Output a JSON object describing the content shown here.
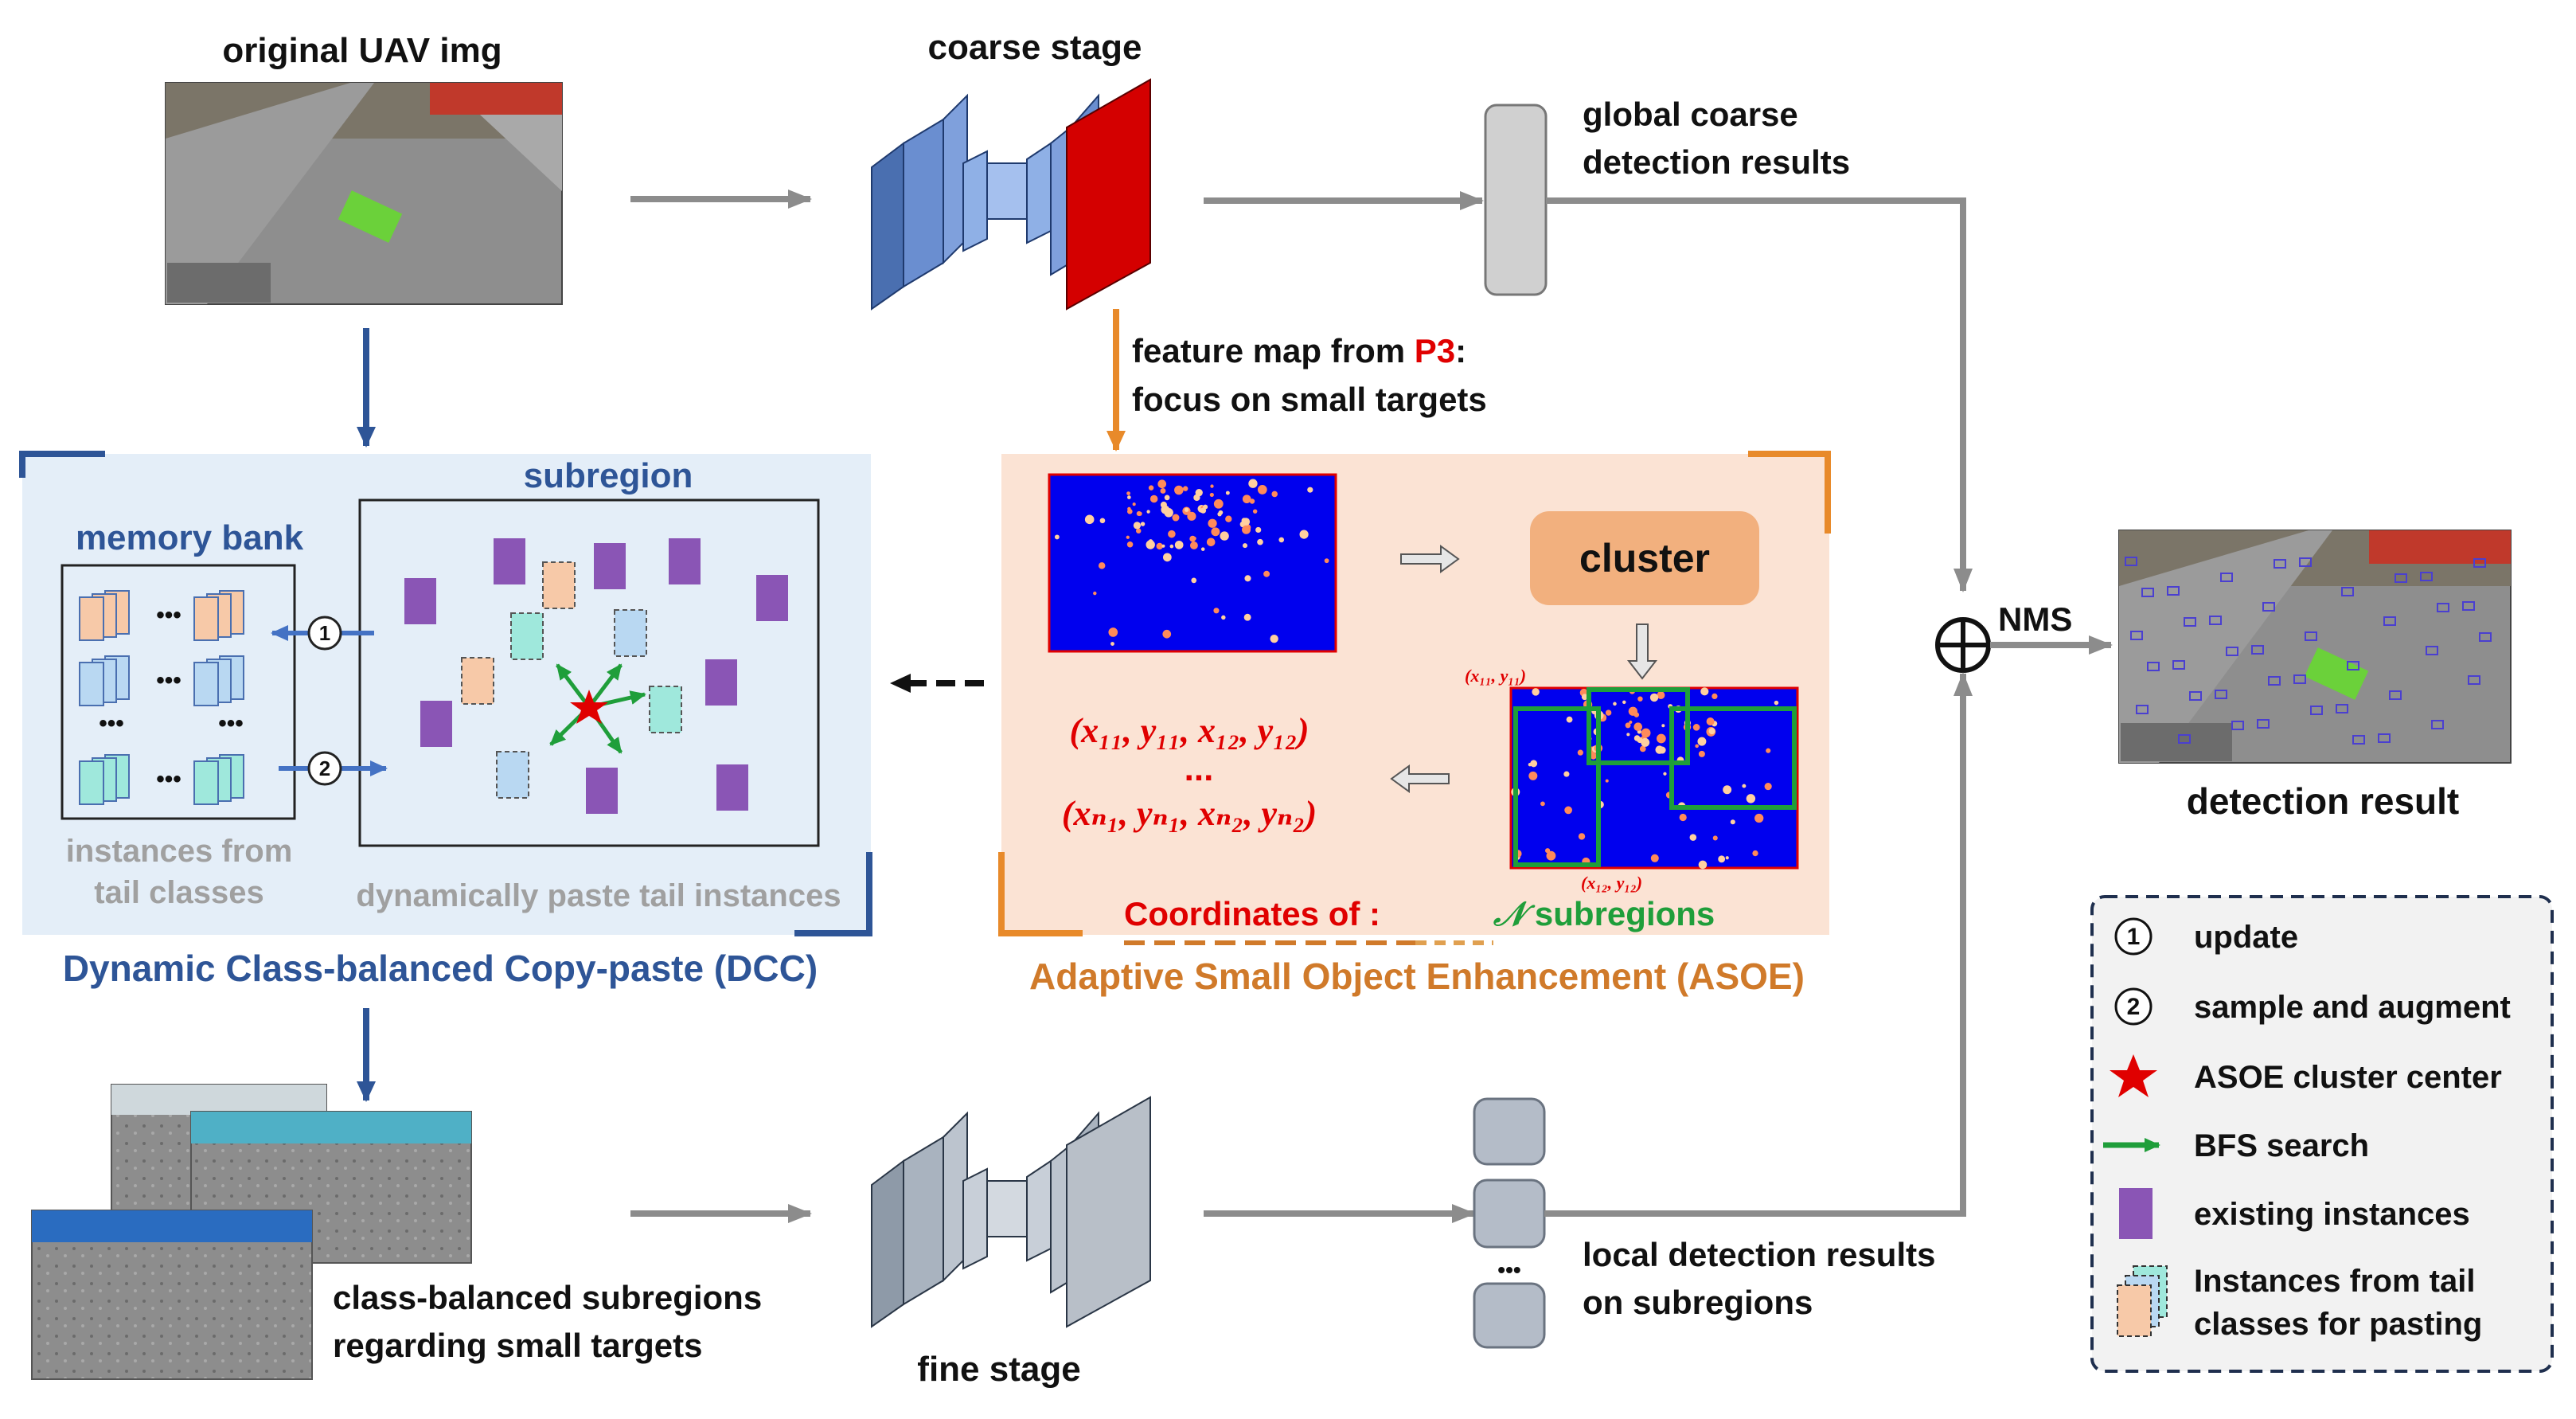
{
  "labels": {
    "original_img": "original UAV img",
    "coarse_stage": "coarse stage",
    "global_results_1": "global coarse",
    "global_results_2": "detection results",
    "feature_map_prefix": "feature map from ",
    "feature_map_p3": "P3",
    "feature_map_suffix": ":",
    "focus": "focus on small targets",
    "subregion": "subregion",
    "memory_bank": "memory bank",
    "instances_tail_1": "instances from",
    "instances_tail_2": "tail classes",
    "dynamic_paste": "dynamically paste tail instances",
    "dcc_title": "Dynamic Class-balanced Copy-paste (DCC)",
    "cluster": "cluster",
    "coords_of": "Coordinates of :",
    "n_subregions_symbol": "𝒩",
    "n_subregions": " subregions",
    "asoe_title": "Adaptive Small Object Enhancement (ASOE)",
    "nms": "NMS",
    "oplus": "⊕",
    "detection_result": "detection result",
    "class_balanced_1": "class-balanced subregions",
    "class_balanced_2": "regarding small targets",
    "fine_stage": "fine stage",
    "local_results_1": "local detection results",
    "local_results_2": "on subregions",
    "dots": "•••",
    "ellipsis": "...",
    "mem_dots": "•••",
    "num1": "1",
    "num2": "2",
    "coord_row1": "(x₁₁, y₁₁, x₁₂, y₁₂)",
    "coord_dots": "...",
    "coord_rowN": "(xₙ₁, yₙ₁, xₙ₂, yₙ₂)",
    "heat_label_tl": "(x₁₁, y₁₁)",
    "heat_label_br": "(x₁₂, y₁₂)"
  },
  "legend": {
    "items": [
      {
        "icon": "circle-1-icon",
        "label": "update"
      },
      {
        "icon": "circle-2-icon",
        "label": "sample and augment"
      },
      {
        "icon": "star-icon",
        "label": "ASOE cluster center"
      },
      {
        "icon": "green-arrow-icon",
        "label": "BFS search"
      },
      {
        "icon": "purple-rect-icon",
        "label": "existing instances"
      },
      {
        "icon": "stacked-instances-icon",
        "label": "Instances from tail"
      },
      {
        "icon": "",
        "label": "classes for pasting"
      }
    ]
  },
  "colors": {
    "dcc_blue": "#2e5597",
    "asoe_orange": "#d07a2a",
    "red": "#e00000",
    "green": "#1f9e3a",
    "purple": "#8a55b5",
    "gray_arrow": "#8c8c8c"
  }
}
